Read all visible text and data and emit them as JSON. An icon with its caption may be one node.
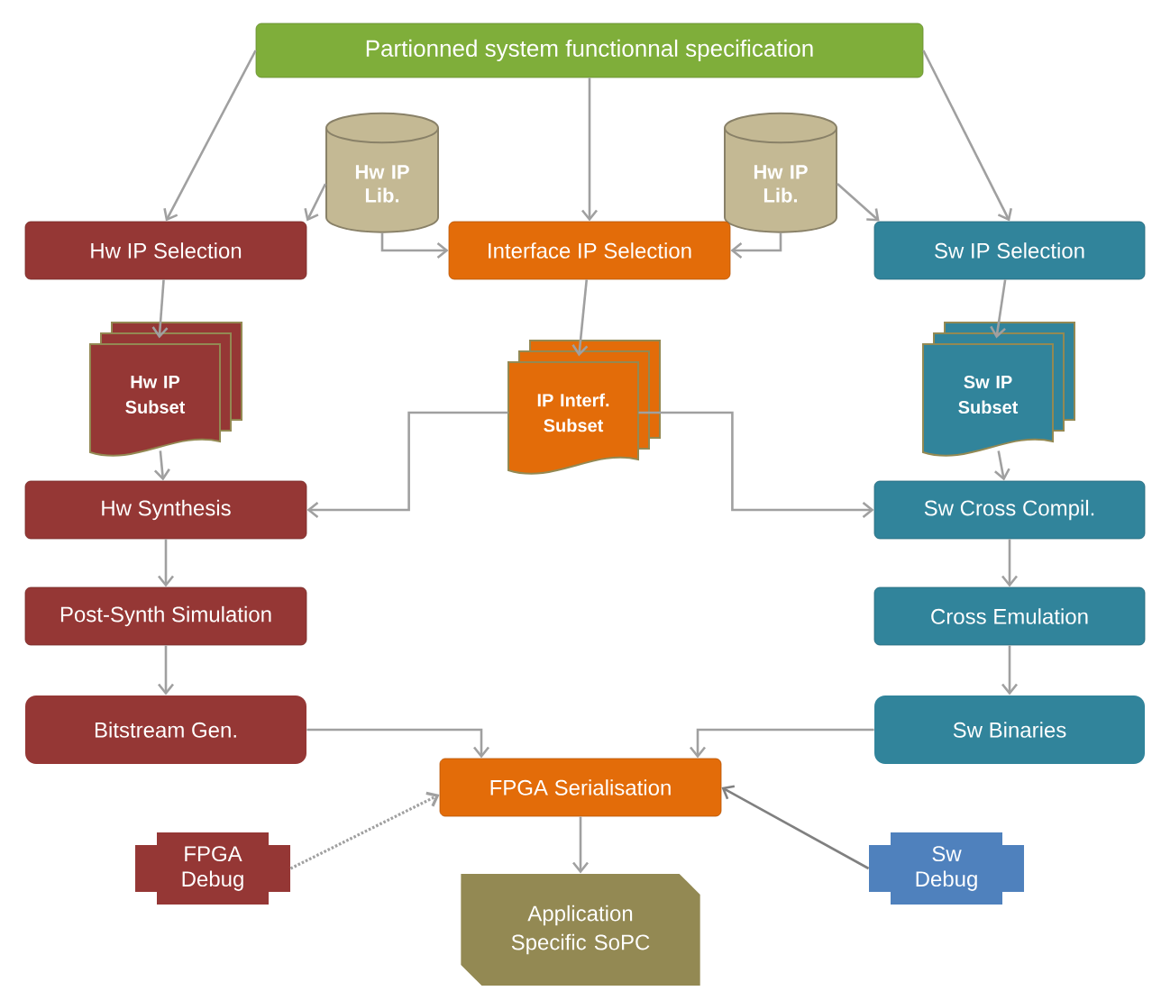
{
  "diagram": {
    "nodes": [
      {
        "text": [
          "Partionned system functionnal specification"
        ]
      },
      {
        "text": [
          "Hw IP Lib."
        ]
      },
      {
        "text": [
          "Hw IP Lib."
        ]
      },
      {
        "text": [
          "Hw IP Selection"
        ]
      },
      {
        "text": [
          "Interface IP Selection"
        ]
      },
      {
        "text": [
          "Sw IP Selection"
        ]
      },
      {
        "text": [
          "Hw IP Subset"
        ]
      },
      {
        "text": [
          "IP Interf. Subset"
        ]
      },
      {
        "text": [
          "Sw IP Subset"
        ]
      },
      {
        "text": [
          "Hw Synthesis"
        ]
      },
      {
        "text": [
          "Sw Cross Compil."
        ]
      },
      {
        "text": [
          "Post-Synth Simulation"
        ]
      },
      {
        "text": [
          "Cross Emulation"
        ]
      },
      {
        "text": [
          "Bitstream Gen."
        ]
      },
      {
        "text": [
          "Sw Binaries"
        ]
      },
      {
        "text": [
          "FPGA Serialisation"
        ]
      },
      {
        "text": [
          "FPGA Debug"
        ]
      },
      {
        "text": [
          "Sw Debug"
        ]
      },
      {
        "text": [
          "Application Specific SoPC"
        ]
      }
    ],
    "edges": [
      {
        "from": 0,
        "to": 3,
        "arrow": "to"
      },
      {
        "from": 0,
        "to": 4,
        "arrow": "to"
      },
      {
        "from": 0,
        "to": 5,
        "arrow": "to"
      },
      {
        "from": 1,
        "to": 3,
        "arrow": "to"
      },
      {
        "from": 1,
        "to": 4,
        "arrow": "to"
      },
      {
        "from": 2,
        "to": 4,
        "arrow": "to"
      },
      {
        "from": 2,
        "to": 5,
        "arrow": "to"
      },
      {
        "from": 3,
        "to": 6,
        "arrow": "to"
      },
      {
        "from": 4,
        "to": 7,
        "arrow": "to"
      },
      {
        "from": 5,
        "to": 8,
        "arrow": "to"
      },
      {
        "from": 6,
        "to": 9,
        "arrow": "to"
      },
      {
        "from": 7,
        "to": 9,
        "arrow": "to"
      },
      {
        "from": 7,
        "to": 10,
        "arrow": "to"
      },
      {
        "from": 8,
        "to": 10,
        "arrow": "to"
      },
      {
        "from": 9,
        "to": 11,
        "arrow": "to"
      },
      {
        "from": 10,
        "to": 12,
        "arrow": "to"
      },
      {
        "from": 11,
        "to": 13,
        "arrow": "to"
      },
      {
        "from": 12,
        "to": 14,
        "arrow": "to"
      },
      {
        "from": 13,
        "to": 15,
        "arrow": "to"
      },
      {
        "from": 14,
        "to": 15,
        "arrow": "to"
      },
      {
        "from": 16,
        "to": 15,
        "arrow": "to",
        "style": "dashed"
      },
      {
        "from": 17,
        "to": 15,
        "arrow": "to"
      },
      {
        "from": 15,
        "to": 18,
        "arrow": "to"
      }
    ]
  }
}
